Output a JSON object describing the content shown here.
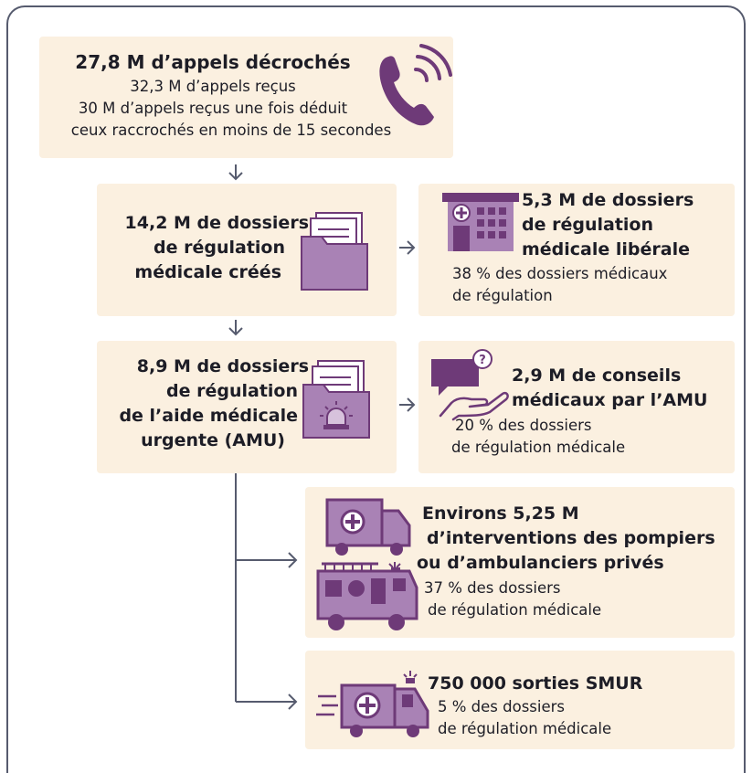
{
  "colors": {
    "box_fill": "#fbf0e0",
    "icon_dark": "#6e3a78",
    "icon_mid": "#a982b5",
    "icon_light": "#d7c2dc",
    "arrow": "#565b6e"
  },
  "calls": {
    "title": "27,8 M d’appels décrochés",
    "line1": "32,3 M d’appels reçus",
    "line2": "30 M d’appels reçus une fois déduit",
    "line3": "ceux raccrochés en moins de 15 secondes",
    "icon": "phone-icon"
  },
  "dossiers": {
    "line1": "14,2 M de dossiers",
    "line2": "de régulation",
    "line3": "médicale créés",
    "icon": "folder-icon"
  },
  "liberale": {
    "title1": "5,3 M de dossiers",
    "title2": "de régulation",
    "title3": "médicale libérale",
    "sub1": "38 % des dossiers médicaux",
    "sub2": "de régulation",
    "icon": "medical-building-icon"
  },
  "amu": {
    "line1": "8,9 M de dossiers",
    "line2": "de régulation",
    "line3": "de l’aide médicale",
    "line4": "urgente (AMU)",
    "icon": "emergency-folder-icon"
  },
  "conseils": {
    "title1": "2,9 M de conseils",
    "title2": "médicaux par l’AMU",
    "sub1": "20 % des dossiers",
    "sub2": "de régulation médicale",
    "icon": "advice-hand-icon"
  },
  "interventions": {
    "title1": "Environs 5,25 M",
    "title2": "d’interventions des pompiers",
    "title3": "ou d’ambulanciers privés",
    "sub1": "37 % des dossiers",
    "sub2": "de régulation médicale",
    "icon": "ambulance-firetruck-icon"
  },
  "smur": {
    "title": "750 000 sorties SMUR",
    "sub1": "5 % des dossiers",
    "sub2": "de régulation médicale",
    "icon": "smur-vehicle-icon"
  }
}
